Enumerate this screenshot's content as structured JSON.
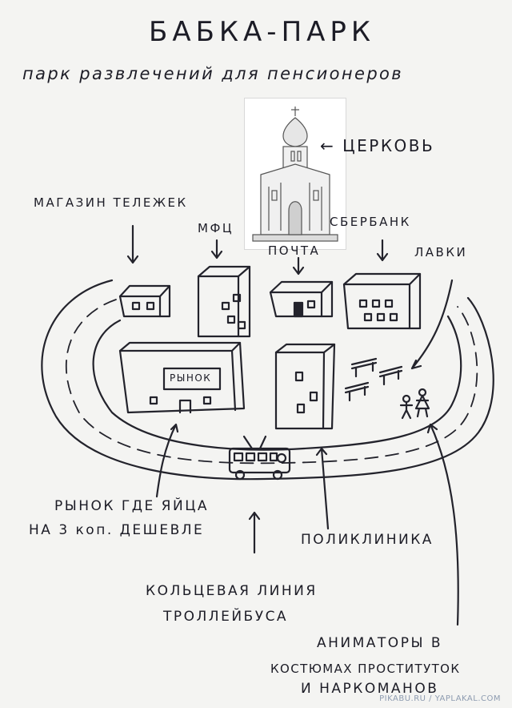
{
  "title": "БАБКА-ПАРК",
  "subtitle": "парк развлечений для пенсионеров",
  "labels": {
    "church": "← ЦЕРКОВЬ",
    "cart_shop": "МАГАЗИН ТЕЛЕЖЕК",
    "mfc": "МФЦ",
    "sberbank": "СБЕРБАНК",
    "post": "ПОЧТА",
    "benches": "ЛАВКИ",
    "market_sign": "РЫНОК",
    "market_line1": "РЫНОК ГДЕ ЯЙЦА",
    "market_line2": "НА 3 коп. ДЕШЕВЛЕ",
    "clinic": "ПОЛИКЛИНИКА",
    "trolley_line1": "КОЛЬЦЕВАЯ ЛИНИЯ",
    "trolley_line2": "ТРОЛЛЕЙБУСА",
    "animators_line1": "АНИМАТОРЫ В",
    "animators_line2": "КОСТЮМАХ ПРОСТИТУТОК",
    "animators_line3": "И НАРКОМАНОВ"
  },
  "watermark": "PIKABU.RU / YAPLAKAL.COM"
}
